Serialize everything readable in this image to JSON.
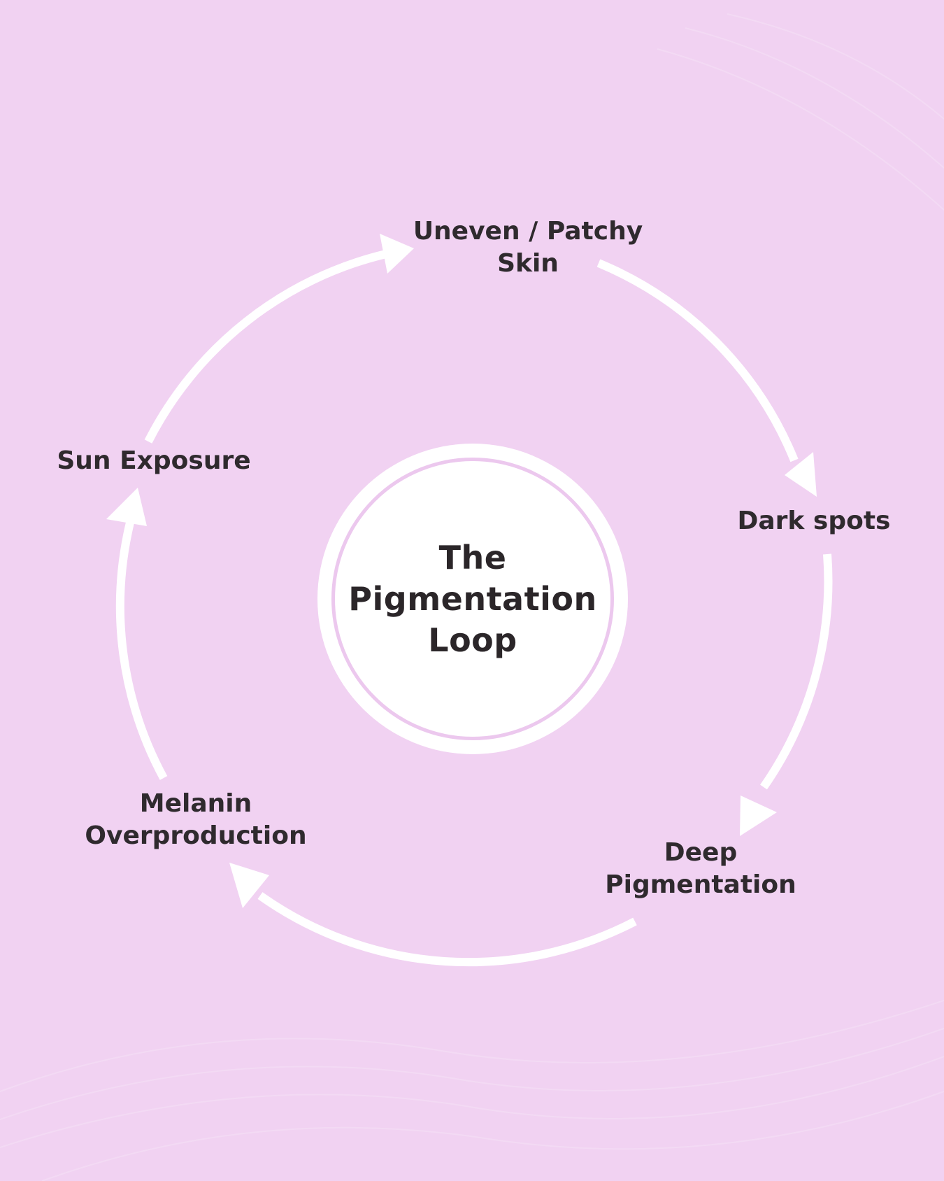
{
  "colors": {
    "background": "#f1d2f2",
    "loop": "#ffffff",
    "center_ring": "#ecc8ee",
    "text": "#2f2a2e"
  },
  "diagram": {
    "type": "cycle",
    "center": {
      "title": "The\nPigmentation\nLoop"
    },
    "stages": [
      {
        "id": "uneven",
        "label": "Uneven / Patchy\nSkin"
      },
      {
        "id": "dark",
        "label": "Dark spots"
      },
      {
        "id": "deep",
        "label": "Deep\nPigmentation"
      },
      {
        "id": "melanin",
        "label": "Melanin\nOverproduction"
      },
      {
        "id": "sun",
        "label": "Sun Exposure"
      }
    ],
    "direction": "clockwise"
  }
}
